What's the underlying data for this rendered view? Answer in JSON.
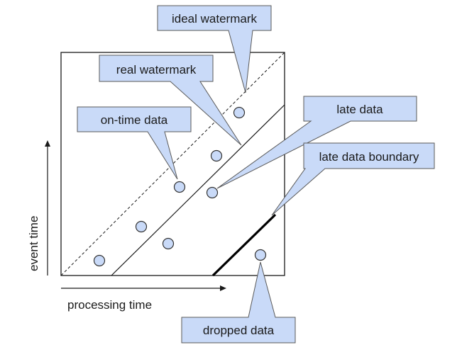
{
  "axes": {
    "x_label": "processing time",
    "y_label": "event time"
  },
  "callouts": {
    "ideal_watermark": "ideal watermark",
    "real_watermark": "real watermark",
    "on_time_data": "on-time data",
    "late_data": "late data",
    "late_data_boundary": "late data boundary",
    "dropped_data": "dropped data"
  },
  "colors": {
    "callout_fill": "#c9daf8",
    "callout_stroke": "#595959",
    "line": "#1a1a1a",
    "point_fill": "#c9daf8"
  }
}
